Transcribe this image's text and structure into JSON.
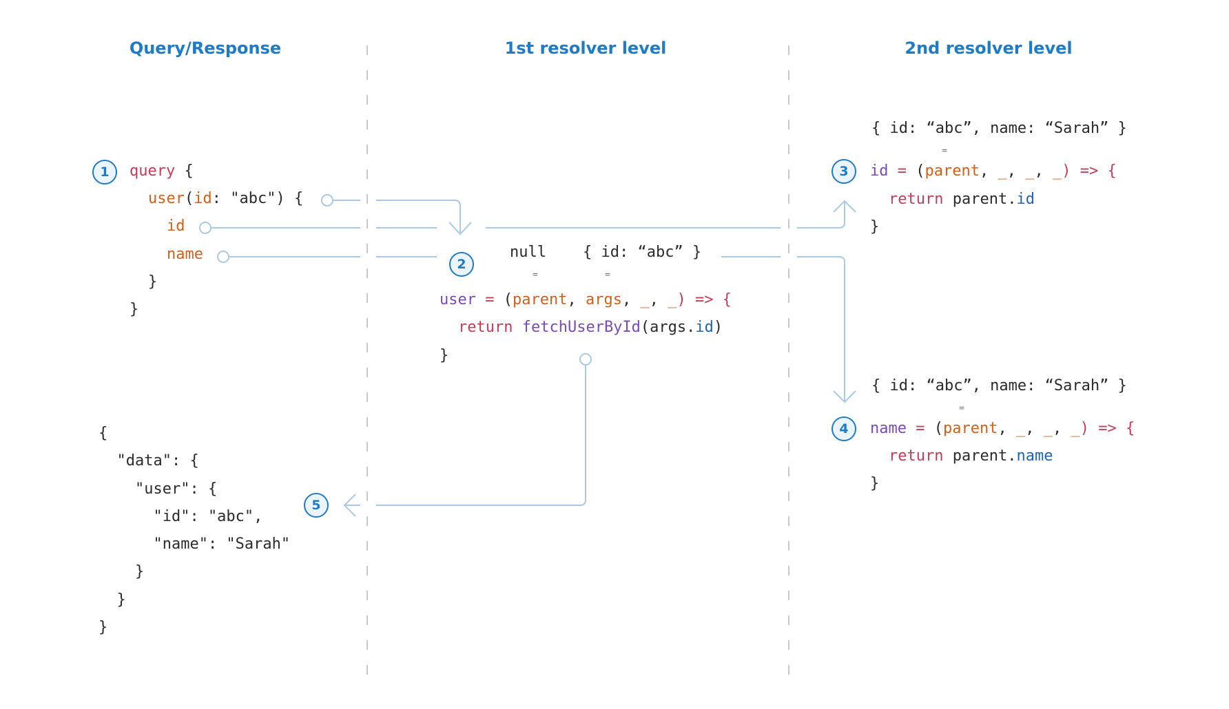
{
  "headers": {
    "query_response": "Query/Response",
    "first_level": "1st resolver level",
    "second_level": "2nd resolver level"
  },
  "steps": [
    "1",
    "2",
    "3",
    "4",
    "5"
  ],
  "query": {
    "kw_query": "query",
    "open_brace": " {",
    "user_field": "user",
    "arg_open": "(",
    "arg_name": "id",
    "arg_rest": ": \"abc\") {",
    "field_id": "id",
    "field_name": "name",
    "close_inner": "}",
    "close_outer": "}"
  },
  "resolver_user": {
    "parent_value": "null",
    "args_value": "{ id: “abc” }",
    "eq": "=",
    "name": "user",
    "assign": " = ",
    "open_paren": "(",
    "param_parent": "parent",
    "comma1": ", ",
    "param_args": "args",
    "comma2": ", ",
    "under1": "_",
    "comma3": ", ",
    "under2": "_",
    "arrow_part": ") => {",
    "return_kw": "return",
    "fn_name": "fetchUserById",
    "call_open": "(args.",
    "call_prop": "id",
    "call_close": ")",
    "close": "}"
  },
  "resolver_id": {
    "parent_value": "{ id: “abc”, name: “Sarah” }",
    "eq": "=",
    "name": "id",
    "assign": " = ",
    "open_paren": "(",
    "param_parent": "parent",
    "comma1": ", ",
    "under1": "_",
    "comma2": ", ",
    "under2": "_",
    "comma3": ", ",
    "under3": "_",
    "arrow_part": ") => {",
    "return_kw": "return",
    "body": " parent.",
    "prop": "id",
    "close": "}"
  },
  "resolver_name": {
    "parent_value": "{ id: “abc”, name: “Sarah” }",
    "eq": "=",
    "name": "name",
    "assign": " = ",
    "open_paren": "(",
    "param_parent": "parent",
    "comma1": ", ",
    "under1": "_",
    "comma2": ", ",
    "under2": "_",
    "comma3": ", ",
    "under3": "_",
    "arrow_part": ") => {",
    "return_kw": "return",
    "body": " parent.",
    "prop": "name",
    "close": "}"
  },
  "response": {
    "lines": [
      "{",
      "  \"data\": {",
      "    \"user\": {",
      "      \"id\": \"abc\",",
      "      \"name\": \"Sarah\"",
      "    }",
      "  }",
      "}"
    ]
  },
  "colors": {
    "header_blue": "#1f7bc6",
    "keyword_red": "#c33d57",
    "field_orange": "#d0611c",
    "purple": "#7a4bb6",
    "prop_blue": "#2165b0",
    "connector": "#a9c9e6",
    "divider": "#c8c8c8"
  }
}
